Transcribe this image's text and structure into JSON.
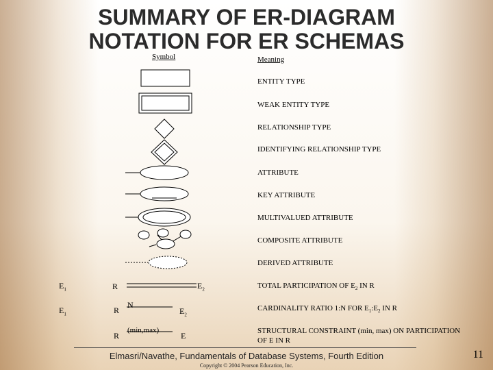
{
  "title": {
    "line1": "SUMMARY OF ER-DIAGRAM",
    "line2": "NOTATION FOR ER SCHEMAS"
  },
  "headers": {
    "symbol": "Symbol",
    "meaning": "Meaning"
  },
  "meanings": [
    "ENTITY TYPE",
    "WEAK ENTITY TYPE",
    "RELATIONSHIP TYPE",
    "IDENTIFYING RELATIONSHIP TYPE",
    "ATTRIBUTE",
    "KEY ATTRIBUTE",
    "MULTIVALUED ATTRIBUTE",
    "COMPOSITE ATTRIBUTE",
    "DERIVED ATTRIBUTE",
    "TOTAL PARTICIPATION OF E",
    "CARDINALITY RATIO 1:N FOR E",
    "STRUCTURAL CONSTRAINT (min, max) ON PARTICIPATION",
    "OF E IN R"
  ],
  "meaning_parts": {
    "total_sub": "2",
    "total_tail": " IN R",
    "card_sub1": "1",
    "card_mid": ":E",
    "card_sub2": "2",
    "card_tail": " IN R"
  },
  "symbol_labels": {
    "e1": "E",
    "e1_sub": "1",
    "r": "R",
    "e2": "E",
    "e2_sub": "2",
    "n": "N",
    "minmax": "(min,max)",
    "e": "E"
  },
  "footer": {
    "main": "Elmasri/Navathe, Fundamentals of Database Systems, Fourth Edition",
    "copyright": "Copyright © 2004 Pearson Education, Inc.",
    "page": "11"
  }
}
